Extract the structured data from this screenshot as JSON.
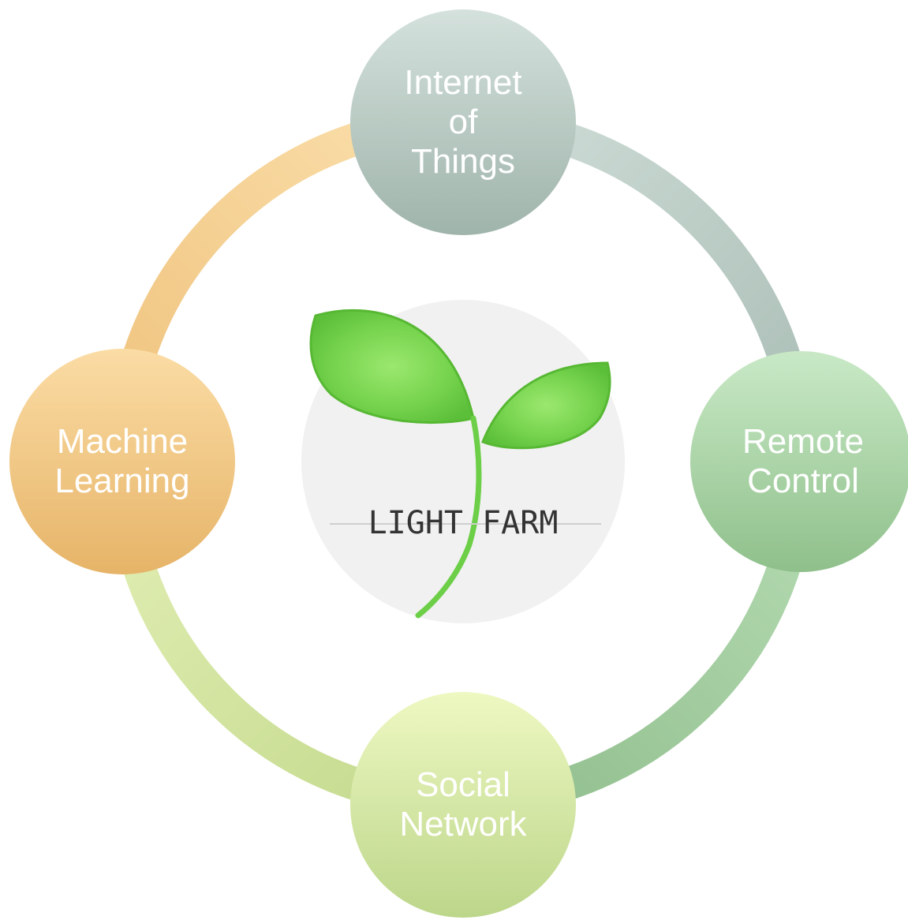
{
  "nodes": {
    "top": {
      "label": "Internet\nof\nThings"
    },
    "right": {
      "label": "Remote\nControl"
    },
    "bottom": {
      "label": "Social\nNetwork"
    },
    "left": {
      "label": "Machine\nLearning"
    }
  },
  "logo": {
    "text": "LIGHT FARM"
  },
  "colors": {
    "iot": "#a9bdb5",
    "remote": "#9fcd9d",
    "social": "#d6e9a8",
    "machine": "#ecc581",
    "leaf": "#7fd958"
  }
}
